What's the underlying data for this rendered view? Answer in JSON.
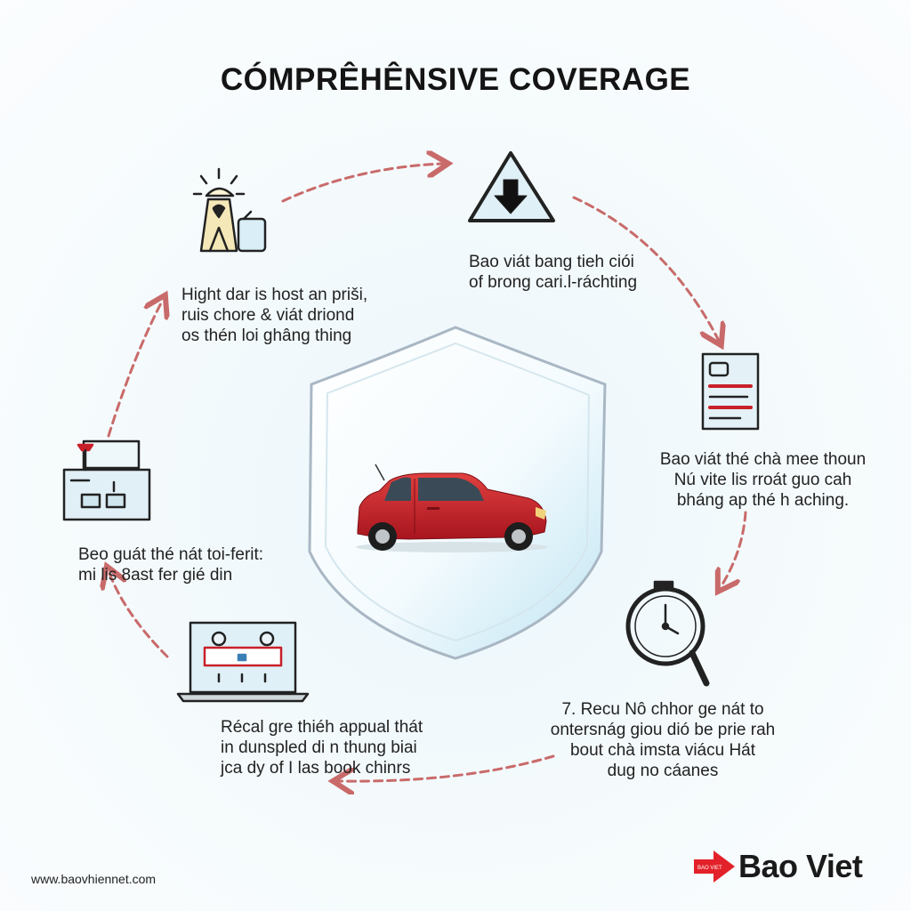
{
  "title": "CÓMPRÊHÊNSIVE COVERAGE",
  "captions": {
    "top_right": [
      "Bao viát bang tieh ciói",
      "of brong cari.l-ráchting"
    ],
    "top_left": [
      "Hight dar is host an priši,",
      "ruis chore & viát driond",
      "os thén loi ghâng thing"
    ],
    "right": [
      "Bao viát thé chà mee thoun",
      "Nú vite lis rroát guo cah",
      "bháng ap thé h aching."
    ],
    "left": [
      "Beo guát thé nát toi-ferit:",
      "mi lis 8ast fer gié din"
    ],
    "bottom_left": [
      "Récal gre thiéh appual thát",
      "in dunspled di n thung biai",
      "jca dy of I las book chinrs"
    ],
    "bottom_right": [
      "7. Recu Nô chhor ge nát to",
      "ontersnág giou dió be prie rah",
      "bout chà imsta viácu Hát",
      "dug no cáanes"
    ]
  },
  "footer": {
    "url": "www.baovhiennet.com",
    "brand": "Bao Viet",
    "brand_badge": "BAO VIET"
  },
  "colors": {
    "arrow": "#c96a6a",
    "car_body": "#c8202a",
    "brand_red": "#e3212a",
    "shield_edge": "#a9b7c4",
    "icon_stroke": "#222222"
  }
}
